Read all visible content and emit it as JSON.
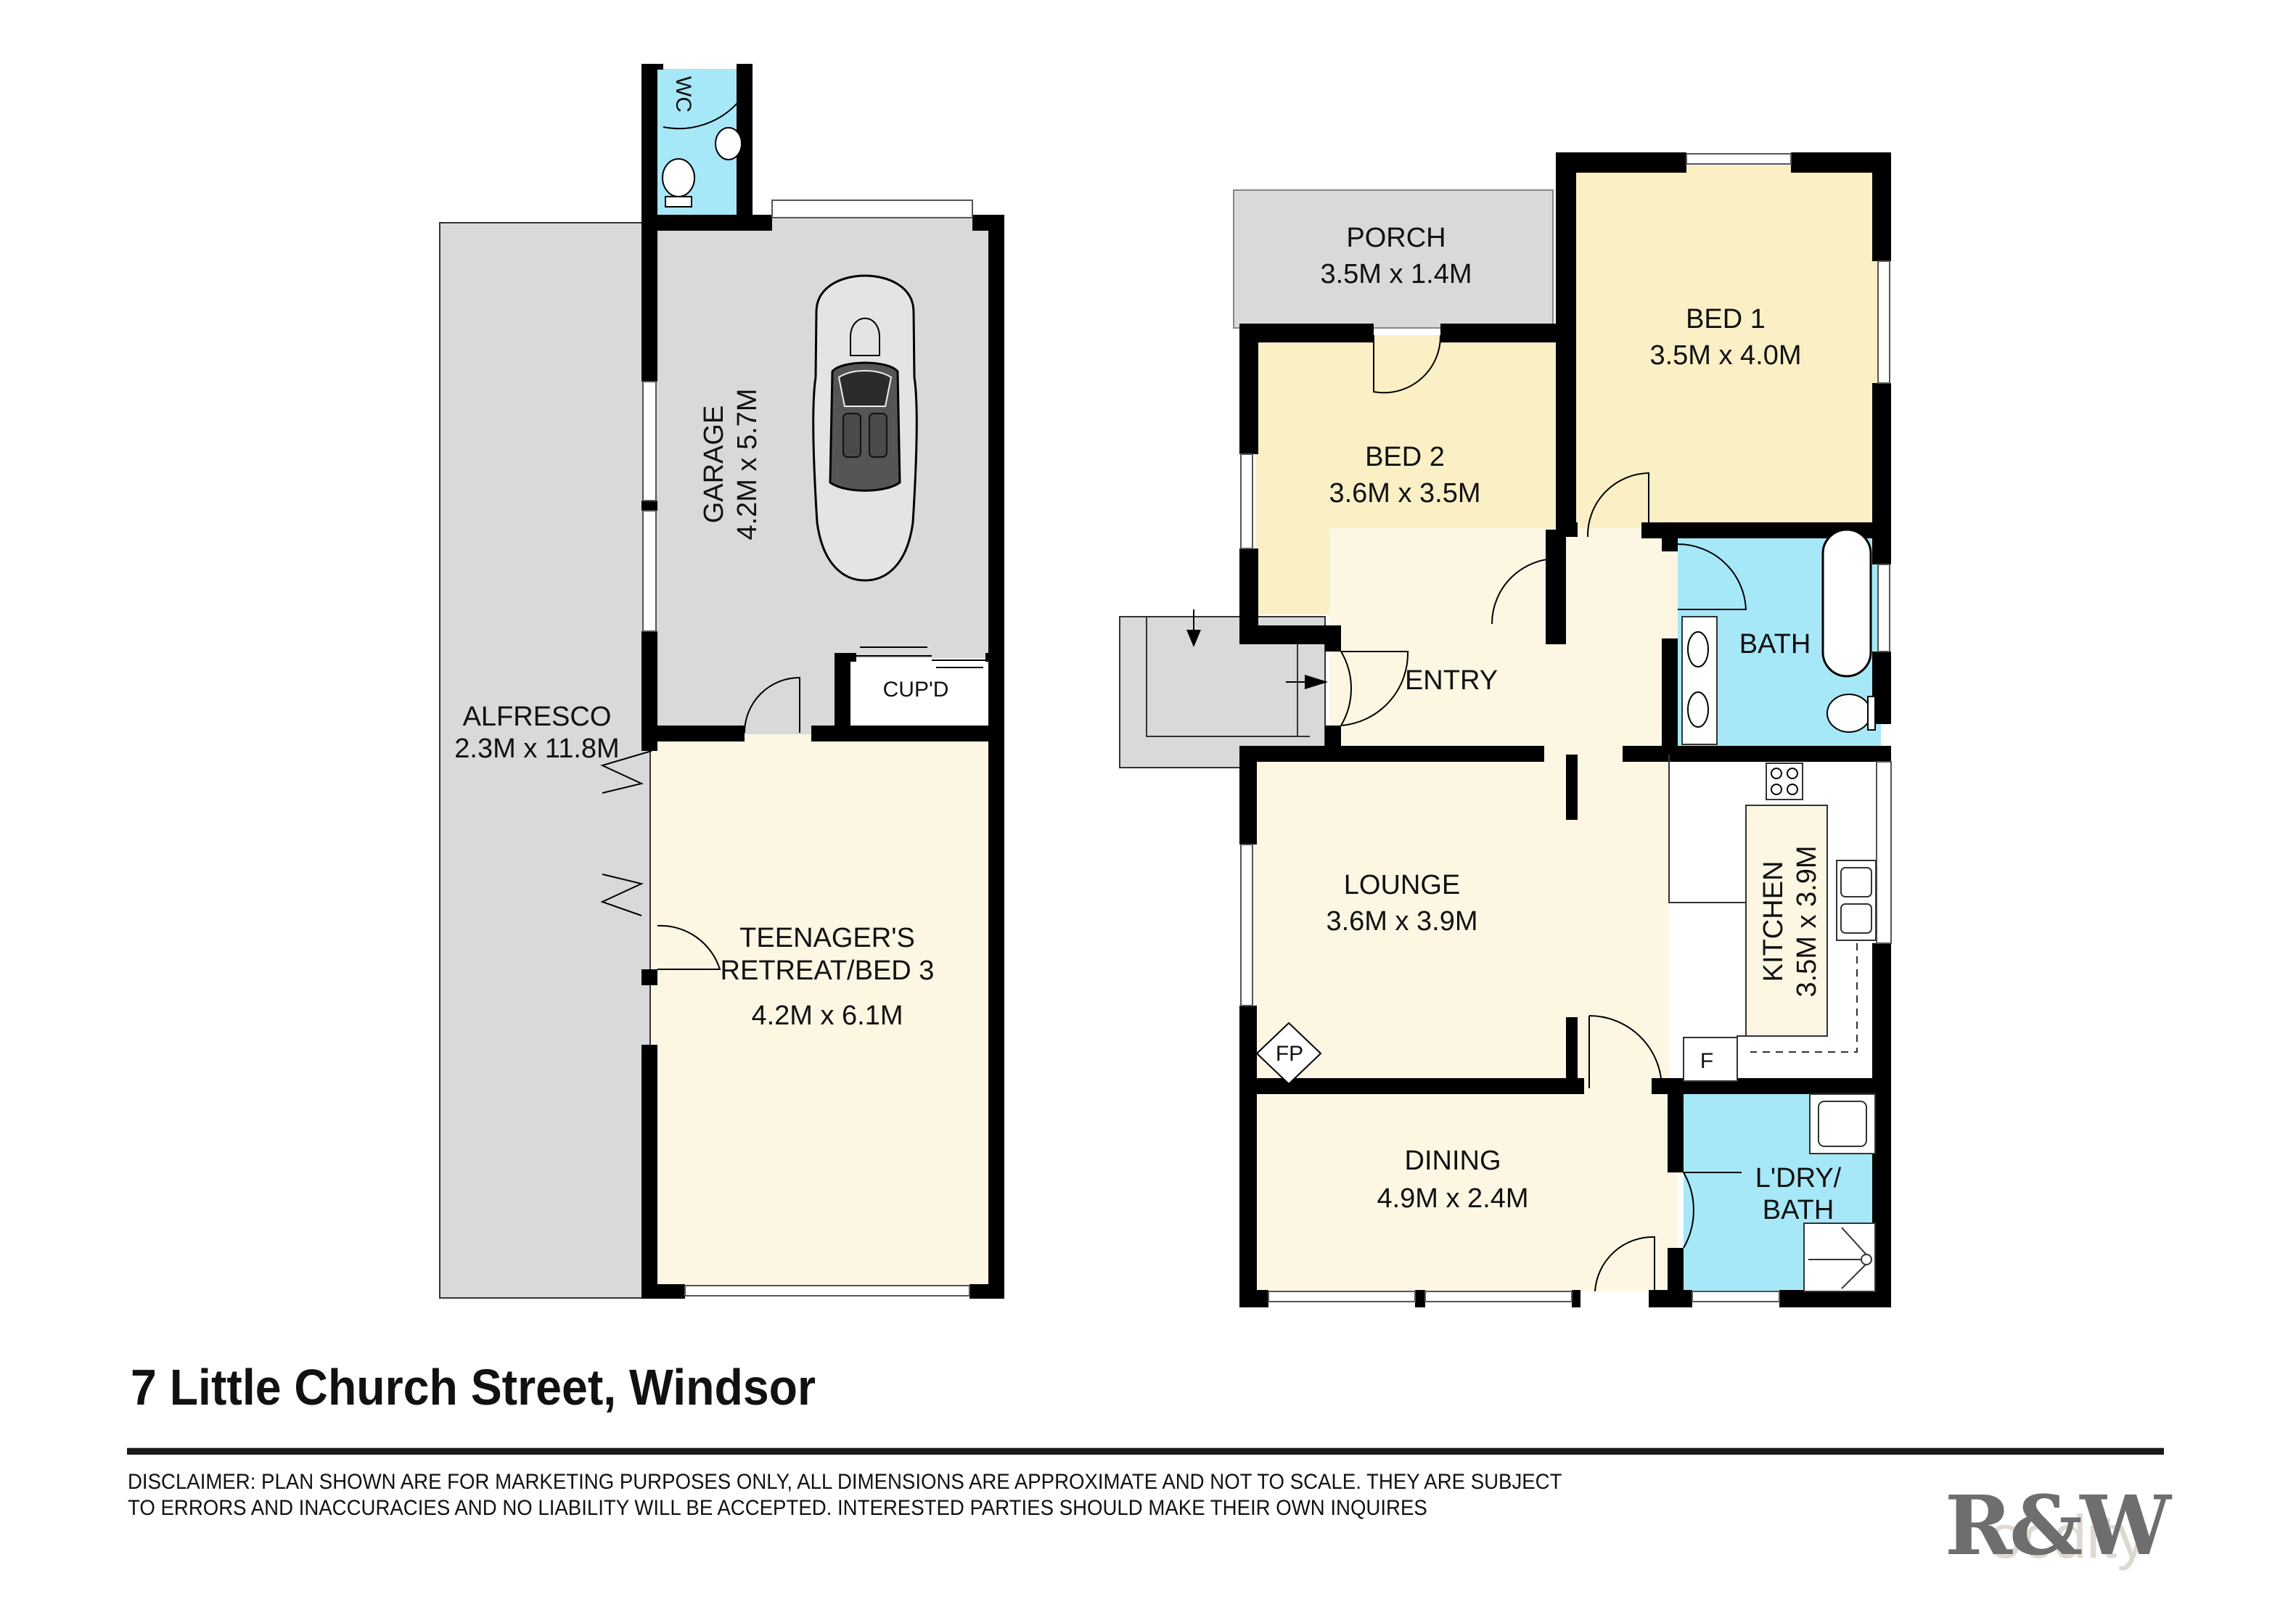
{
  "plan": {
    "address": "7 Little Church Street, Windsor",
    "disclaimer_line1": "DISCLAIMER: PLAN SHOWN ARE FOR MARKETING PURPOSES ONLY, ALL DIMENSIONS ARE APPROXIMATE AND NOT TO SCALE. THEY ARE SUBJECT",
    "disclaimer_line2": "TO ERRORS AND INACCURACIES AND NO LIABILITY WILL BE ACCEPTED. INTERESTED PARTIES SHOULD MAKE THEIR OWN INQUIRES",
    "logo_text": "R&W",
    "watermark_text": "ocdity"
  },
  "colors": {
    "wall": "#000000",
    "bedroom": "#fbefc6",
    "living": "#fcf6e3",
    "wet": "#a6e8f8",
    "outdoor": "#d9d9d9",
    "kitchen": "#ffffff"
  },
  "rooms": {
    "wc": {
      "name": "WC"
    },
    "garage": {
      "name": "GARAGE",
      "size": "4.2M x 5.7M"
    },
    "cupd": {
      "name": "CUP'D"
    },
    "alfresco": {
      "name": "ALFRESCO",
      "size": "2.3M x 11.8M"
    },
    "retreat": {
      "name_line1": "TEENAGER'S",
      "name_line2": "RETREAT/BED 3",
      "size": "4.2M x 6.1M"
    },
    "porch": {
      "name": "PORCH",
      "size": "3.5M x 1.4M"
    },
    "bed1": {
      "name": "BED 1",
      "size": "3.5M x 4.0M"
    },
    "bed2": {
      "name": "BED 2",
      "size": "3.6M x 3.5M"
    },
    "bath": {
      "name": "BATH"
    },
    "entry": {
      "name": "ENTRY"
    },
    "lounge": {
      "name": "LOUNGE",
      "size": "3.6M x 3.9M"
    },
    "kitchen": {
      "name": "KITCHEN",
      "size": "3.5M x 3.9M"
    },
    "dining": {
      "name": "DINING",
      "size": "4.9M x 2.4M"
    },
    "laundry": {
      "name_line1": "L'DRY/",
      "name_line2": "BATH"
    },
    "fireplace": {
      "label": "FP"
    },
    "fridge": {
      "label": "F"
    }
  }
}
